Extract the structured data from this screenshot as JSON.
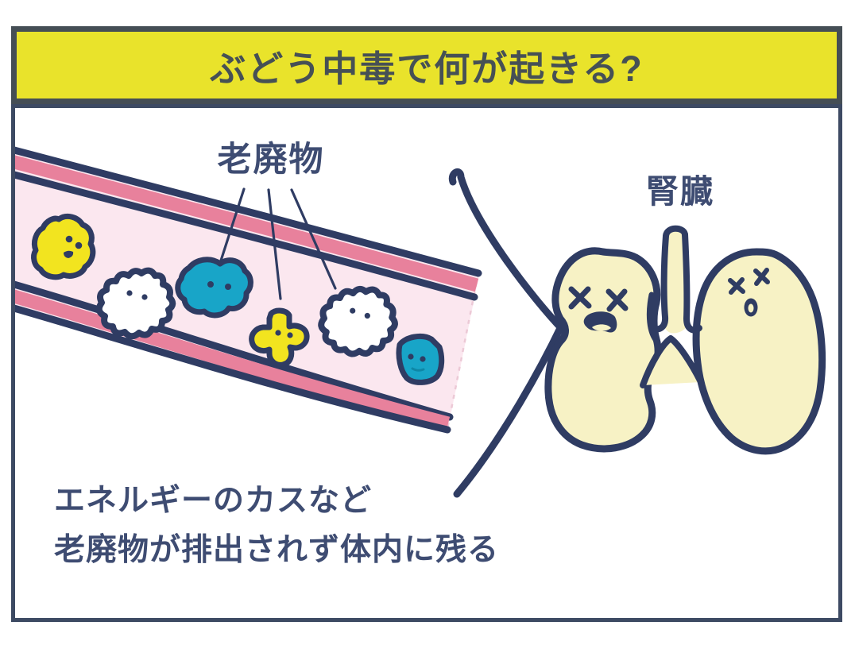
{
  "header": {
    "title": "ぶどう中毒で何が起きる?"
  },
  "diagram": {
    "waste_label": "老廃物",
    "kidney_label": "腎臓",
    "caption": {
      "line1": "エネルギーのカスなど",
      "line2": "老廃物が排出されず体内に残る"
    }
  },
  "colors": {
    "outline_navy": "#2f3c63",
    "text_navy": "#3e4c72",
    "header_yellow": "#e9e32b",
    "header_border": "#454e55",
    "frame_navy": "#3d4a63",
    "vessel_wall_pink": "#e8819c",
    "vessel_interior_pink": "#fbe7ef",
    "waste_teal": "#18a5c8",
    "waste_yellow": "#f2e41f",
    "kidney_cream": "#f7f2c5",
    "white": "#ffffff"
  }
}
